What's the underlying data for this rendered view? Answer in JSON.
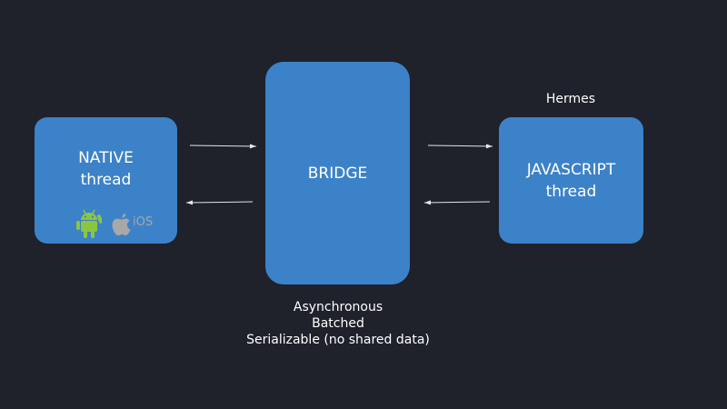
{
  "native": {
    "title": "NATIVE",
    "subtitle": "thread",
    "icons": [
      "android-icon",
      "apple-icon",
      "ios-label"
    ],
    "ios_text": "iOS"
  },
  "bridge": {
    "title": "BRIDGE",
    "notes": [
      "Asynchronous",
      "Batched",
      "Serializable (no shared data)"
    ]
  },
  "javascript": {
    "title": "JAVASCRIPT",
    "subtitle": "thread",
    "engine_label": "Hermes"
  },
  "colors": {
    "background": "#1f212b",
    "box_fill": "#3c82c8",
    "android_green": "#8cc63e",
    "apple_gray": "#a8a8a8",
    "arrow": "#e6e6e6"
  },
  "connections": [
    {
      "from": "native",
      "to": "bridge"
    },
    {
      "from": "bridge",
      "to": "native"
    },
    {
      "from": "bridge",
      "to": "javascript"
    },
    {
      "from": "javascript",
      "to": "bridge"
    }
  ]
}
